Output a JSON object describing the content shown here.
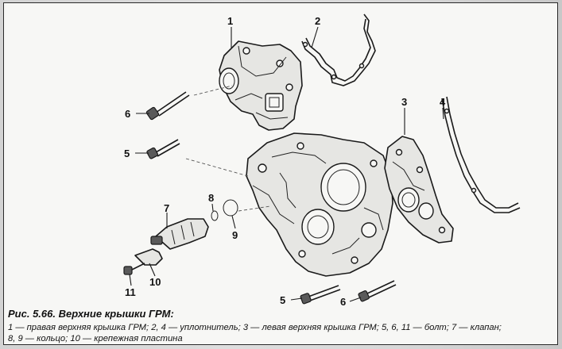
{
  "figure": {
    "callouts": {
      "c1": "1",
      "c2": "2",
      "c3": "3",
      "c4": "4",
      "c5_left": "5",
      "c6_left": "6",
      "c7": "7",
      "c8": "8",
      "c9": "9",
      "c10": "10",
      "c11": "11",
      "c5_bottom": "5",
      "c6_bottom": "6"
    }
  },
  "caption": {
    "title": "Рис. 5.66. Верхние крышки ГРМ:",
    "legend_line1": "1 — правая верхняя крышка ГРМ; 2, 4 — уплотнитель; 3 — левая верхняя крышка ГРМ; 5, 6, 11 — болт; 7 — клапан;",
    "legend_line2": "8, 9 — кольцо; 10 — крепежная пластина"
  }
}
